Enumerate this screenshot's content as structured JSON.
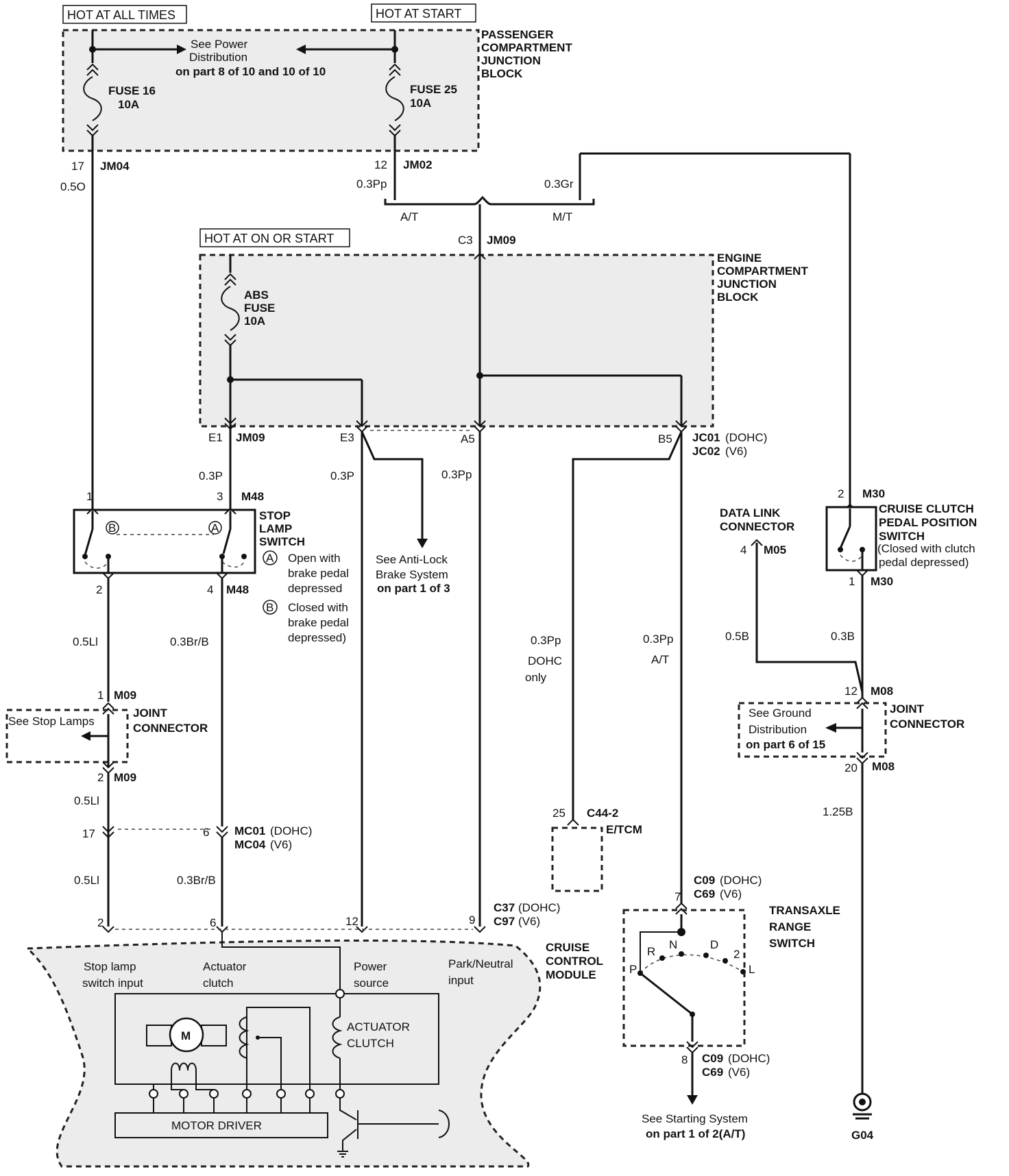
{
  "power_labels": {
    "hot_all_times": "HOT AT ALL TIMES",
    "hot_at_start": "HOT AT START",
    "hot_on_start": "HOT AT ON OR START"
  },
  "passenger_block": {
    "title_1": "PASSENGER",
    "title_2": "COMPARTMENT",
    "title_3": "JUNCTION",
    "title_4": "BLOCK",
    "see_1": "See Power",
    "see_2": "Distribution",
    "see_3": "on part 8 of 10 and 10 of 10",
    "fuse16_1": "FUSE 16",
    "fuse16_2": "10A",
    "fuse25_1": "FUSE 25",
    "fuse25_2": "10A"
  },
  "connectors": {
    "p17": "17",
    "jm04": "JM04",
    "w050": "0.5O",
    "p12": "12",
    "jm02": "JM02",
    "w03pp_a": "0.3Pp",
    "w03gr": "0.3Gr",
    "at": "A/T",
    "mt": "M/T",
    "c3": "C3",
    "jm09": "JM09",
    "e1": "E1",
    "jm09b": "JM09",
    "e3": "E3",
    "a5": "A5",
    "b5": "B5",
    "jc01": "JC01",
    "jc01_dohc": "(DOHC)",
    "jc02": "JC02",
    "jc02_v6": "(V6)",
    "w03p_1": "0.3P",
    "w03p_2": "0.3P",
    "w03pp_b": "0.3Pp",
    "pin1": "1",
    "pin3": "3",
    "m48": "M48",
    "pin2": "2",
    "pin4": "4",
    "m48b": "M48"
  },
  "engine_block": {
    "title_1": "ENGINE",
    "title_2": "COMPARTMENT",
    "title_3": "JUNCTION",
    "title_4": "BLOCK",
    "abs_1": "ABS",
    "abs_2": "FUSE",
    "abs_3": "10A"
  },
  "stop_lamp": {
    "title_1": "STOP",
    "title_2": "LAMP",
    "title_3": "SWITCH",
    "a_1": "Open with",
    "a_2": "brake pedal",
    "a_3": "depressed",
    "b_1": "Closed with",
    "b_2": "brake pedal",
    "b_3": "depressed)",
    "mark_a": "A",
    "mark_b": "B"
  },
  "abs_ref": {
    "l1": "See Anti-Lock",
    "l2": "Brake System",
    "l3": "on part 1 of 3"
  },
  "left_lower": {
    "w05li_1": "0.5Ll",
    "w03brb_1": "0.3Br/B",
    "m09_pin1": "1",
    "m09_a": "M09",
    "joint_1": "JOINT",
    "joint_2": "CONNECTOR",
    "see_stop": "See Stop Lamps",
    "m09_pin2": "2",
    "m09_b": "M09",
    "w05li_2": "0.5Ll",
    "p17": "17",
    "p6": "6",
    "mc01": "MC01",
    "mc01_dohc": "(DOHC)",
    "mc04": "MC04",
    "mc04_v6": "(V6)",
    "w05li_3": "0.5Ll",
    "w03brb_2": "0.3Br/B"
  },
  "module": {
    "pin2": "2",
    "pin6": "6",
    "pin12": "12",
    "pin9": "9",
    "c37": "C37",
    "c37_dohc": "(DOHC)",
    "c97": "C97",
    "c97_v6": "(V6)",
    "title_1": "CRUISE",
    "title_2": "CONTROL",
    "title_3": "MODULE",
    "in1_1": "Stop lamp",
    "in1_2": "switch input",
    "in2_1": "Actuator",
    "in2_2": "clutch",
    "in3_1": "Power",
    "in3_2": "source",
    "in4_1": "Park/Neutral",
    "in4_2": "input",
    "motor": "M",
    "act_1": "ACTUATOR",
    "act_2": "CLUTCH",
    "driver": "MOTOR DRIVER"
  },
  "tcm": {
    "w03pp": "0.3Pp",
    "dohc_1": "DOHC",
    "dohc_2": "only",
    "pin25": "25",
    "c44": "C44-2",
    "etcm": "E/TCM"
  },
  "range": {
    "w03pp": "0.3Pp",
    "at": "A/T",
    "p7": "7",
    "c09": "C09",
    "c09_dohc": "(DOHC)",
    "c69": "C69",
    "c69_v6": "(V6)",
    "title_1": "TRANSAXLE",
    "title_2": "RANGE",
    "title_3": "SWITCH",
    "pos_p": "P",
    "pos_r": "R",
    "pos_n": "N",
    "pos_d": "D",
    "pos_2": "2",
    "pos_l": "L",
    "p8": "8",
    "c09b": "C09",
    "c09b_dohc": "(DOHC)",
    "c69b": "C69",
    "c69b_v6": "(V6)",
    "see_1": "See Starting System",
    "see_2": "on part 1 of 2(A/T)"
  },
  "dlc": {
    "t1": "DATA LINK",
    "t2": "CONNECTOR",
    "pin4": "4",
    "m05": "M05",
    "w05b": "0.5B"
  },
  "clutch_sw": {
    "pin2": "2",
    "m30": "M30",
    "t1": "CRUISE CLUTCH",
    "t2": "PEDAL POSITION",
    "t3": "SWITCH",
    "n1": "(Closed with clutch",
    "n2": "pedal depressed)",
    "pin1": "1",
    "m30b": "M30",
    "w03b": "0.3B"
  },
  "ground": {
    "p12": "12",
    "m08": "M08",
    "joint_1": "JOINT",
    "joint_2": "CONNECTOR",
    "see_1": "See Ground",
    "see_2": "Distribution",
    "see_3": "on part 6 of 15",
    "p20": "20",
    "m08b": "M08",
    "w125b": "1.25B",
    "g04": "G04"
  }
}
